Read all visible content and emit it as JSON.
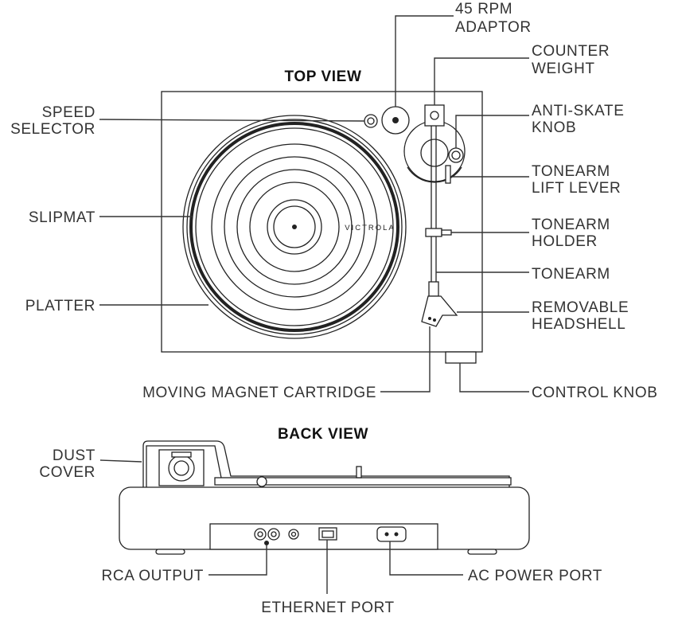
{
  "titles": {
    "top_view": "TOP VIEW",
    "back_view": "BACK VIEW"
  },
  "brand": "VICTROLA",
  "labels": {
    "adaptor_45rpm": [
      "45 RPM",
      "ADAPTOR"
    ],
    "counter_weight": [
      "COUNTER",
      "WEIGHT"
    ],
    "anti_skate_knob": [
      "ANTI-SKATE",
      "KNOB"
    ],
    "tonearm_lift_lever": [
      "TONEARM",
      "LIFT LEVER"
    ],
    "tonearm_holder": [
      "TONEARM",
      "HOLDER"
    ],
    "tonearm": "TONEARM",
    "removable_headshell": [
      "REMOVABLE",
      "HEADSHELL"
    ],
    "control_knob": "CONTROL KNOB",
    "moving_magnet_cartridge": "MOVING MAGNET CARTRIDGE",
    "speed_selector": [
      "SPEED",
      "SELECTOR"
    ],
    "slipmat": "SLIPMAT",
    "platter": "PLATTER",
    "dust_cover": [
      "DUST",
      "COVER"
    ],
    "rca_output": "RCA OUTPUT",
    "ethernet_port": "ETHERNET PORT",
    "ac_power_port": "AC POWER PORT"
  }
}
